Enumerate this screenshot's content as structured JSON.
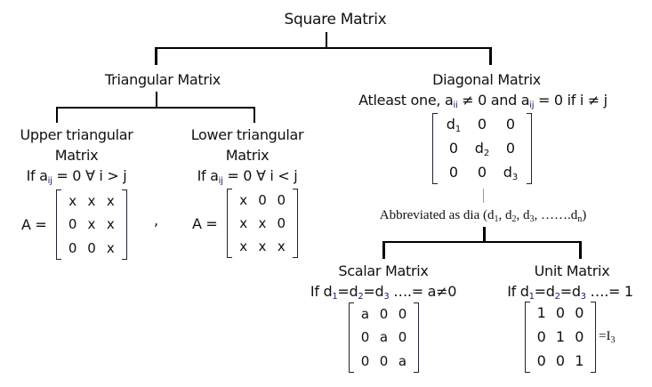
{
  "root": {
    "title": "Square Matrix"
  },
  "triangular": {
    "title": "Triangular Matrix",
    "upper": {
      "title_line1": "Upper triangular",
      "title_line2": "Matrix",
      "condition_prefix": "If a",
      "condition_sub": "ij",
      "condition_suffix": " = 0 ∀ i > j",
      "matrix_label": "A =",
      "matrix": [
        [
          "x",
          "x",
          "x"
        ],
        [
          "0",
          "x",
          "x"
        ],
        [
          "0",
          "0",
          "x"
        ]
      ]
    },
    "separator": ",",
    "lower": {
      "title_line1": "Lower triangular",
      "title_line2": "Matrix",
      "condition_prefix": "If a",
      "condition_sub": "ij",
      "condition_suffix": " = 0 ∀ i < j",
      "matrix_label": "A =",
      "matrix": [
        [
          "x",
          "0",
          "0"
        ],
        [
          "x",
          "x",
          "0"
        ],
        [
          "x",
          "x",
          "x"
        ]
      ]
    }
  },
  "diagonal": {
    "title": "Diagonal Matrix",
    "condition": {
      "p1": "Atleast one, a",
      "s1": "ii",
      "p2": " ≠ 0 and a",
      "s2": "ij",
      "p3": " = 0 if i ≠ j"
    },
    "matrix": [
      [
        {
          "b": "d",
          "s": "1"
        },
        {
          "b": "0",
          "s": ""
        },
        {
          "b": "0",
          "s": ""
        }
      ],
      [
        {
          "b": "0",
          "s": ""
        },
        {
          "b": "d",
          "s": "2"
        },
        {
          "b": "0",
          "s": ""
        }
      ],
      [
        {
          "b": "0",
          "s": ""
        },
        {
          "b": "0",
          "s": ""
        },
        {
          "b": "d",
          "s": "3"
        }
      ]
    ],
    "abbreviation": {
      "p1": "Abbreviated as dia (d",
      "s1": "1",
      "p2": ", d",
      "s2": "2",
      "p3": ", d",
      "s3": "3",
      "p4": ", …….d",
      "s4": "n",
      "p5": ")"
    }
  },
  "scalar": {
    "title": "Scalar  Matrix",
    "condition": {
      "p1": "If d",
      "s1": "1",
      "p2": "=d",
      "s2": "2",
      "p3": "=d",
      "s3": "3",
      "p4": " ….= a≠0"
    },
    "matrix": [
      [
        "a",
        "0",
        "0"
      ],
      [
        "0",
        "a",
        "0"
      ],
      [
        "0",
        "0",
        "a"
      ]
    ]
  },
  "unit": {
    "title": "Unit  Matrix",
    "condition": {
      "p1": "If d",
      "s1": "1",
      "p2": "=d",
      "s2": "2",
      "p3": "=d",
      "s3": "3",
      "p4": " ….= 1"
    },
    "matrix": [
      [
        "1",
        "0",
        "0"
      ],
      [
        "0",
        "1",
        "0"
      ],
      [
        "0",
        "0",
        "1"
      ]
    ],
    "equals_prefix": "=I",
    "equals_sub": "3"
  },
  "colors": {
    "text": "#111111",
    "lines": "#000000",
    "subscript": "#1a1a60",
    "connector_gray": "#9a9a9a"
  }
}
